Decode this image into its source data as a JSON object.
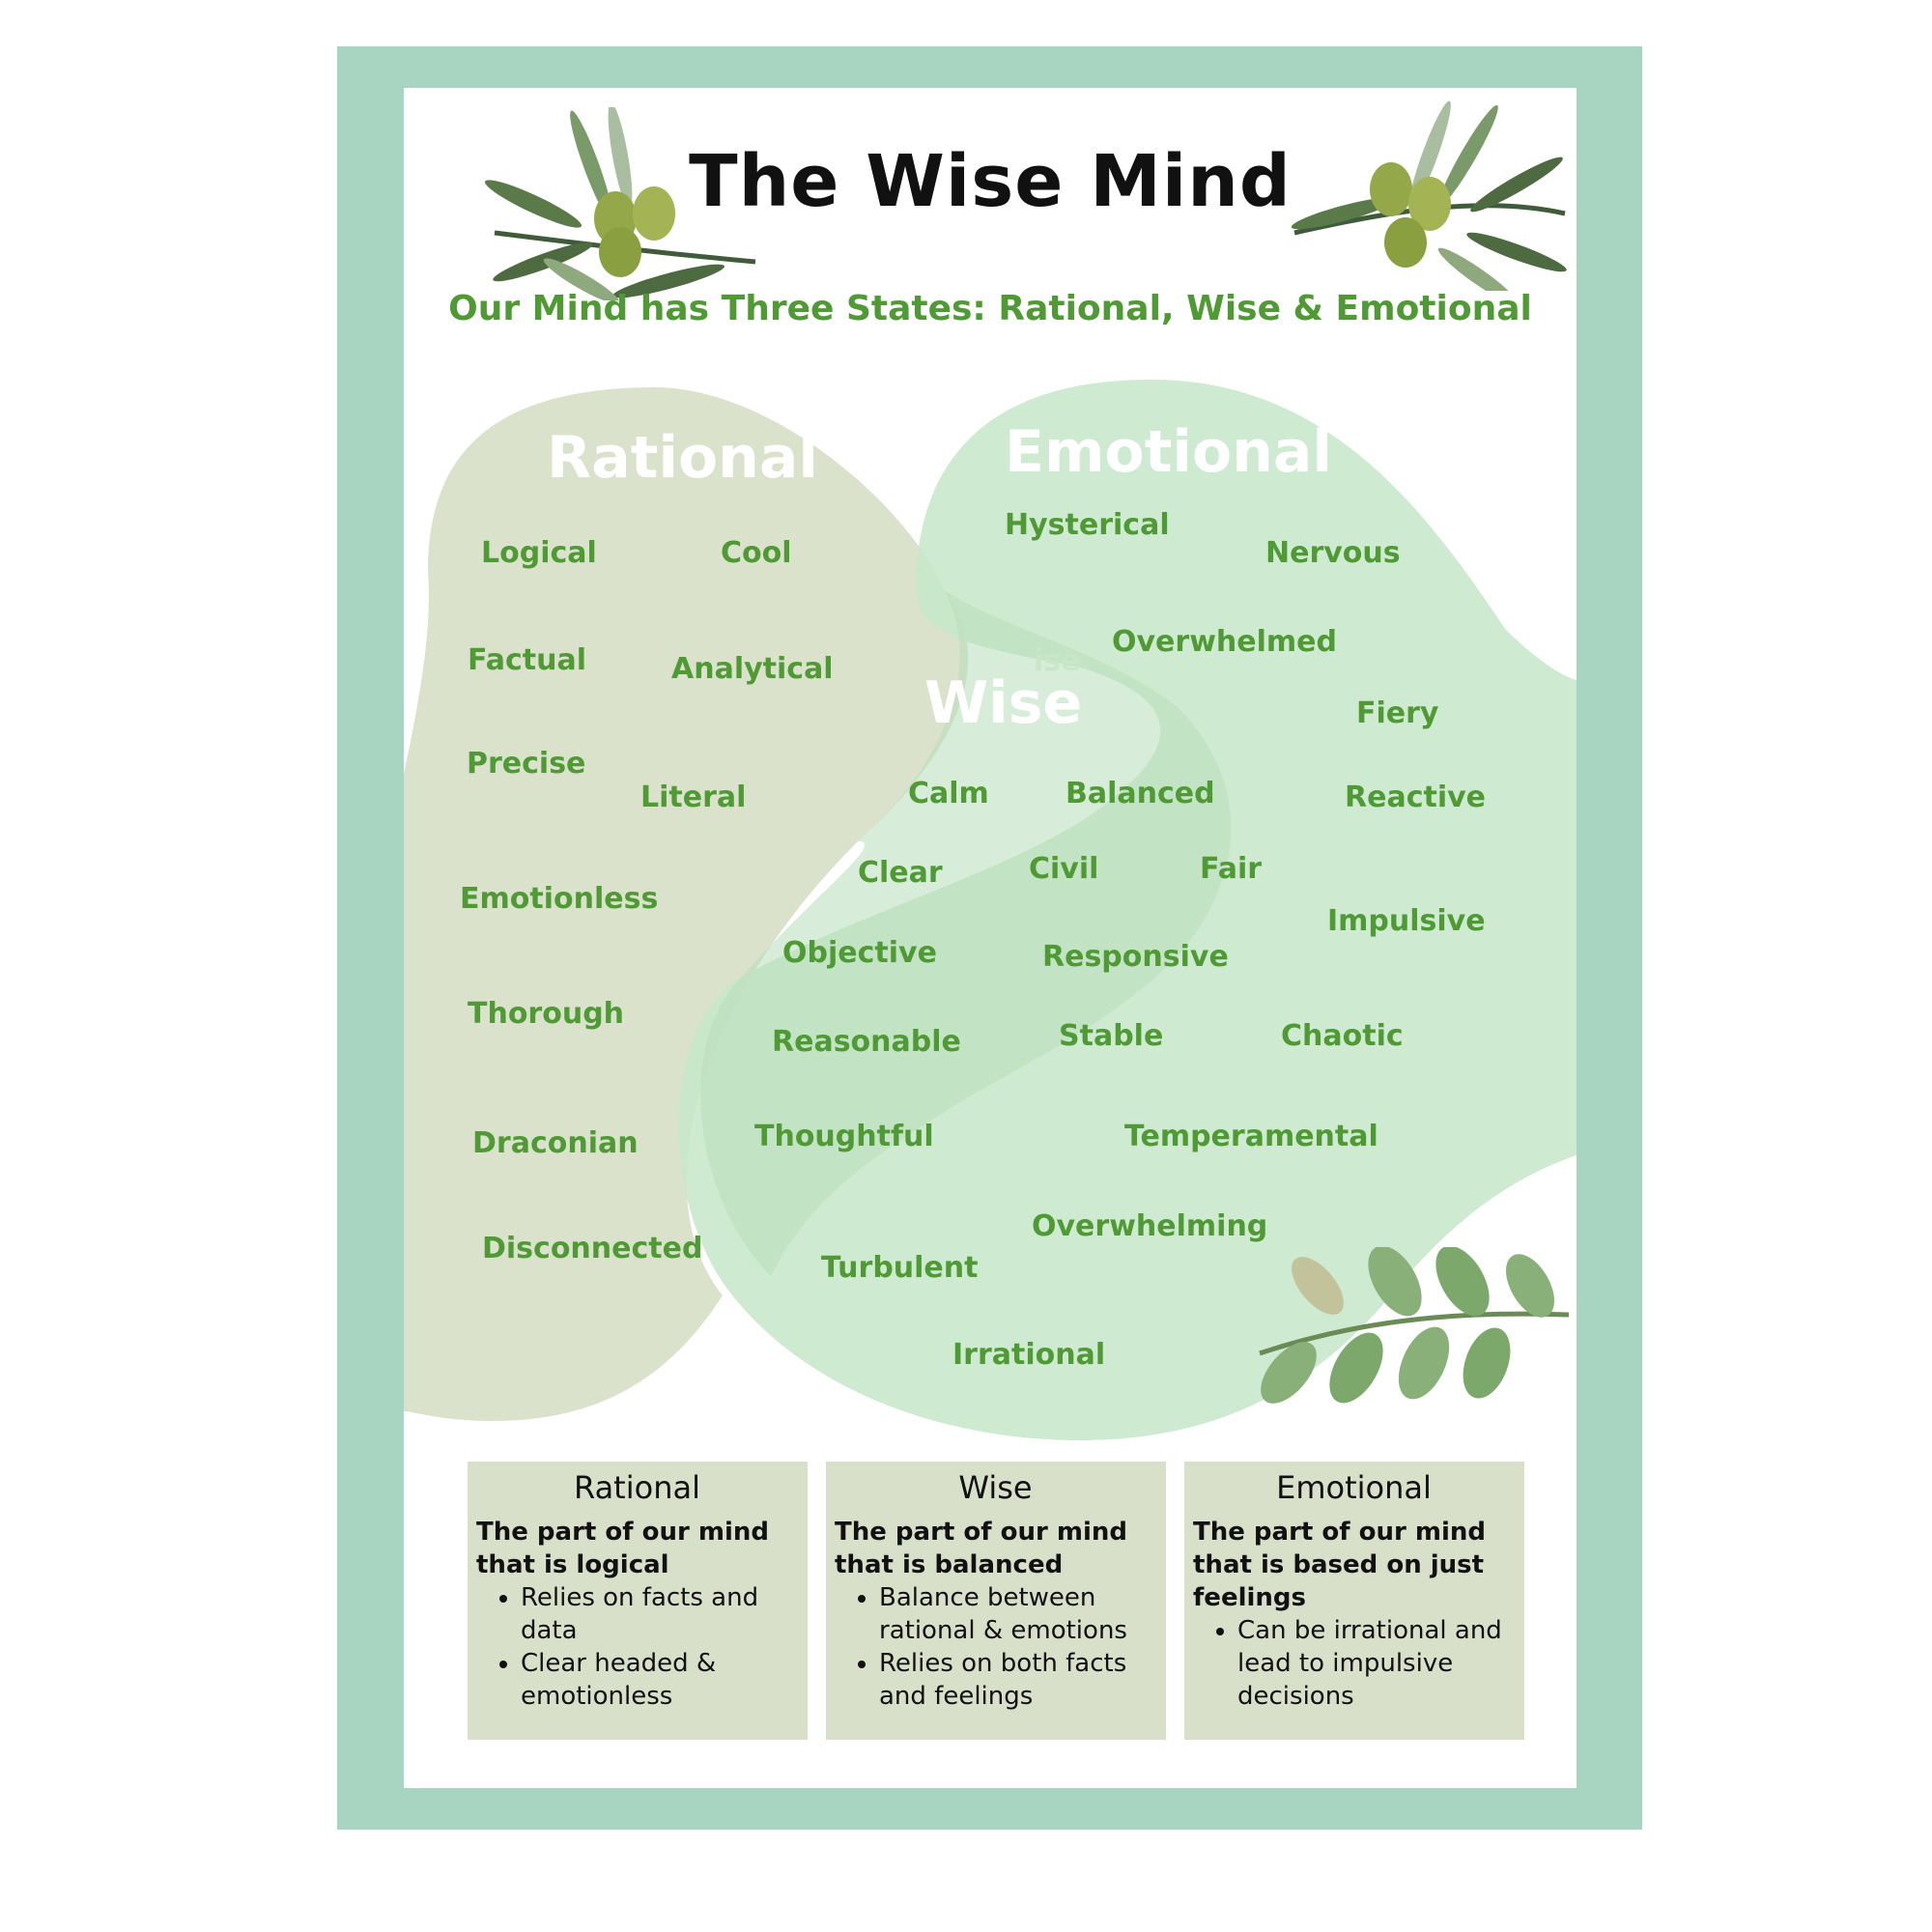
{
  "poster": {
    "title": "The Wise Mind",
    "subtitle": "Our Mind has Three States: Rational, Wise & Emotional"
  },
  "diagram": {
    "regions": {
      "rational": "Rational",
      "emotional": "Emotional",
      "wise": "Wise",
      "wise_echo": "ise"
    },
    "words": {
      "logical": "Logical",
      "cool": "Cool",
      "factual": "Factual",
      "analytical": "Analytical",
      "precise": "Precise",
      "literal": "Literal",
      "emotionless": "Emotionless",
      "thorough": "Thorough",
      "draconian": "Draconian",
      "disconnected": "Disconnected",
      "hysterical": "Hysterical",
      "nervous": "Nervous",
      "overwhelmed": "Overwhelmed",
      "fiery": "Fiery",
      "reactive": "Reactive",
      "impulsive": "Impulsive",
      "chaotic": "Chaotic",
      "temperamental": "Temperamental",
      "overwhelming": "Overwhelming",
      "turbulent": "Turbulent",
      "irrational": "Irrational",
      "calm": "Calm",
      "balanced": "Balanced",
      "clear": "Clear",
      "civil": "Civil",
      "fair": "Fair",
      "objective": "Objective",
      "responsive": "Responsive",
      "reasonable": "Reasonable",
      "stable": "Stable",
      "thoughtful": "Thoughtful"
    }
  },
  "cards": [
    {
      "title": "Rational",
      "lead": "The part of our mind that is logical",
      "bullets": [
        "Relies on facts and data",
        "Clear headed & emotionless"
      ]
    },
    {
      "title": "Wise",
      "lead": "The part of our mind that is balanced",
      "bullets": [
        "Balance between rational & emotions",
        "Relies on both facts and feelings"
      ]
    },
    {
      "title": "Emotional",
      "lead": "The part of our mind that is based on just feelings",
      "bullets": [
        "Can be irrational and lead to impulsive decisions"
      ]
    }
  ],
  "colors": {
    "frame": "#a8d5c2",
    "rational_blob": "#d8e0c9",
    "emotional_blob": "#cbe9ce",
    "wise_blob": "#c2e3c2",
    "word_green": "#4f9a35",
    "card_bg": "#d8e0c9"
  },
  "decorations": [
    "olive-branch-icon",
    "olive-branch-icon",
    "leaf-sprig-icon"
  ]
}
